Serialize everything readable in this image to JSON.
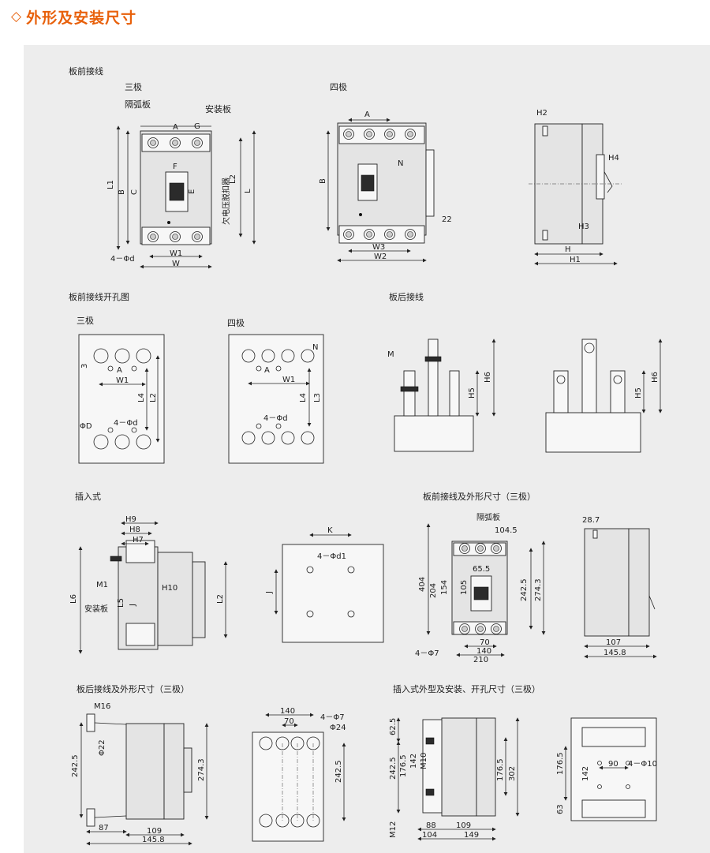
{
  "header": {
    "title": "外形及安装尺寸",
    "icon": "diamond-icon",
    "accent": "#e8600a"
  },
  "sections": {
    "s1": "板前接线",
    "s2": "板前接线开孔图",
    "s3": "板后接线",
    "s4": "插入式",
    "s5": "板前接线及外形尺寸（三极）",
    "s6": "板后接线及外形尺寸（三极）",
    "s7": "插入式外型及安装、开孔尺寸（三极）"
  },
  "labels": {
    "three_pole": "三极",
    "four_pole": "四极",
    "arc_plate": "隔弧板",
    "mount_plate": "安装板",
    "uv_release": "欠电压脱扣器"
  },
  "dims": {
    "A": "A",
    "G": "G",
    "F": "F",
    "E": "E",
    "C": "C",
    "B": "B",
    "L": "L",
    "L1": "L1",
    "L2": "L2",
    "W": "W",
    "W1": "W1",
    "W2": "W2",
    "W3": "W3",
    "N": "N",
    "d4": "4－Φd",
    "v22": "22",
    "H": "H",
    "H1": "H1",
    "H2": "H2",
    "H3": "H3",
    "H4": "H4",
    "H5": "H5",
    "H6": "H6",
    "H7": "H7",
    "H8": "H8",
    "H9": "H9",
    "H10": "H10",
    "M": "M",
    "M1": "M1",
    "L3": "L3",
    "L4": "L4",
    "L5": "L5",
    "L6": "L6",
    "J": "J",
    "K": "K",
    "D": "ΦD",
    "n3": "3",
    "d1": "4－Φd1",
    "v104_5": "104.5",
    "v65_5": "65.5",
    "v404": "404",
    "v204": "204",
    "v154": "154",
    "v105": "105",
    "v242_5": "242.5",
    "v274_3": "274.3",
    "v70": "70",
    "v140": "140",
    "v210": "210",
    "phi7": "4－Φ7",
    "v28_7": "28.7",
    "v107": "107",
    "v145_8": "145.8",
    "M16": "M16",
    "phi22": "Φ22",
    "v87": "87",
    "v109": "109",
    "phi24": "Φ24",
    "v62_5": "62.5",
    "v176_5": "176.5",
    "v142": "142",
    "M10": "M10",
    "M12": "M12",
    "v302": "302",
    "v88": "88",
    "v104": "104",
    "v149": "149",
    "v90": "90",
    "phi10": "4－Φ10",
    "v63": "63"
  }
}
